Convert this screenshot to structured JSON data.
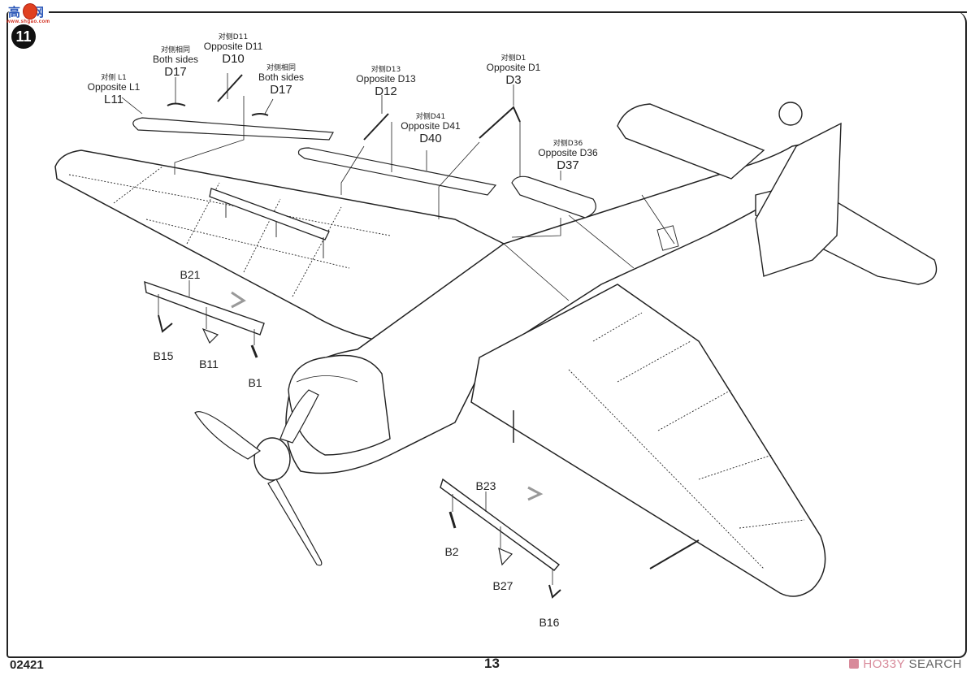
{
  "watermark": {
    "site_cn": "高网",
    "url": "www.shgao.com"
  },
  "step_number": "11",
  "callouts": [
    {
      "id": "L11",
      "cn": "对侧 L1",
      "en": "Opposite L1",
      "part": "L11"
    },
    {
      "id": "D17a",
      "cn": "对侧相同",
      "en": "Both sides",
      "part": "D17"
    },
    {
      "id": "D10",
      "cn": "对侧D11",
      "en": "Opposite D11",
      "part": "D10"
    },
    {
      "id": "D17b",
      "cn": "对侧相同",
      "en": "Both sides",
      "part": "D17"
    },
    {
      "id": "D12",
      "cn": "对侧D13",
      "en": "Opposite D13",
      "part": "D12"
    },
    {
      "id": "D40",
      "cn": "对侧D41",
      "en": "Opposite D41",
      "part": "D40"
    },
    {
      "id": "D3",
      "cn": "对侧D1",
      "en": "Opposite D1",
      "part": "D3"
    },
    {
      "id": "D37",
      "cn": "对侧D36",
      "en": "Opposite D36",
      "part": "D37"
    }
  ],
  "parts": {
    "B21": "B21",
    "B15": "B15",
    "B11": "B11",
    "B1": "B1",
    "B23": "B23",
    "B2": "B2",
    "B27": "B27",
    "B16": "B16"
  },
  "footer": {
    "kit_code": "02421",
    "page_number": "13",
    "brand_prefix": "HO33Y",
    "brand_suffix": "SEARCH"
  }
}
